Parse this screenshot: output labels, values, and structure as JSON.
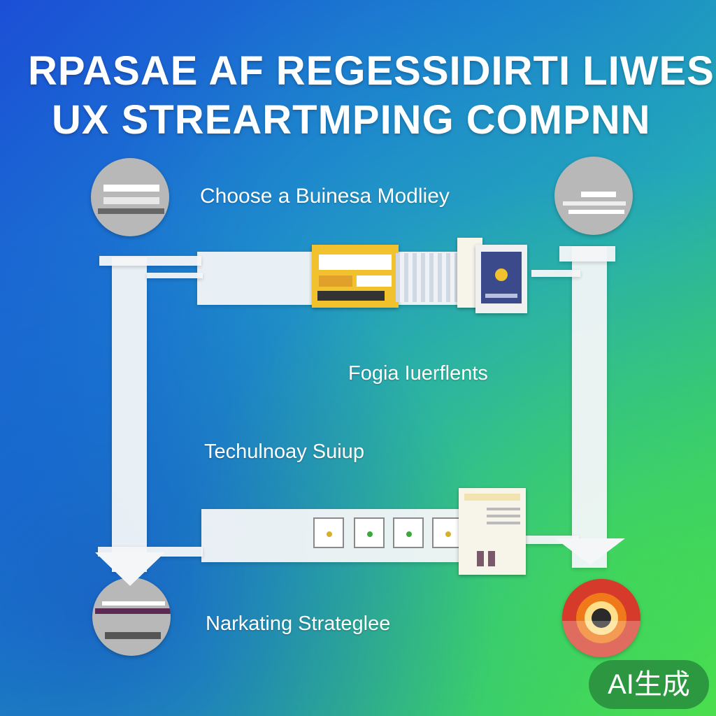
{
  "title_line1": "RPASAE AF REGESSIDIRTI LIWES",
  "title_line2": "UX STREARTMPING COMPNN",
  "steps": [
    "Choose a Buinesa Modliey",
    "Fogia Iuerflents",
    "Techulnoay Suiup",
    "Narkating Strateglee"
  ],
  "badge": "AI生成",
  "colors": {
    "background_start": "#1b4fd6",
    "background_end": "#4fe24a",
    "frame": "#f4f6f8",
    "accent_yellow": "#f2c12e",
    "accent_navy": "#3b4a8a"
  }
}
